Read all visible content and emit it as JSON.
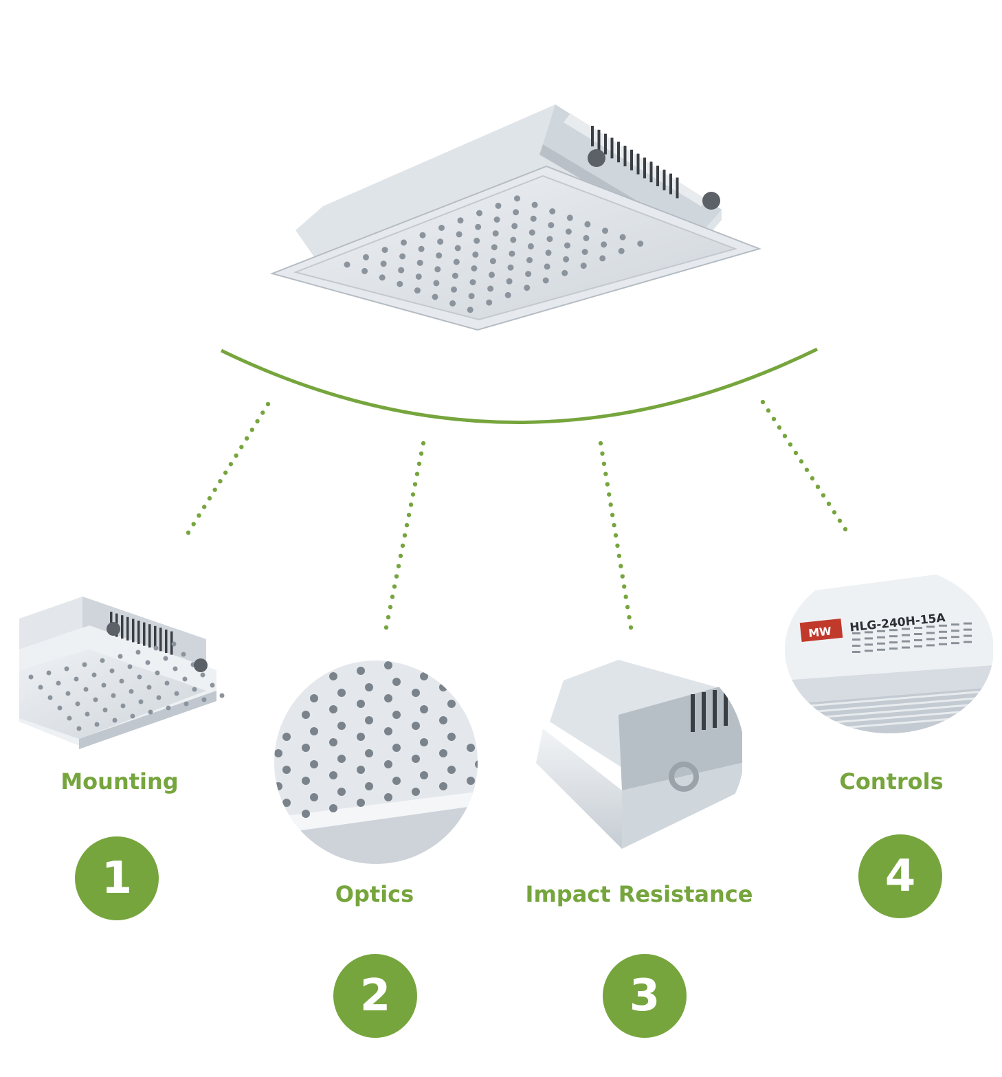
{
  "colors": {
    "accent": "#76a53d",
    "metal": "#d4dae0",
    "metal_dark": "#8c949c"
  },
  "hub": {
    "icon": "led-canopy-light-icon"
  },
  "features": [
    {
      "label": "Mounting",
      "number": "1",
      "icon": "light-fixture-corner-icon"
    },
    {
      "label": "Optics",
      "number": "2",
      "icon": "led-array-closeup-icon"
    },
    {
      "label": "Impact Resistance",
      "number": "3",
      "icon": "housing-corner-closeup-icon"
    },
    {
      "label": "Controls",
      "number": "4",
      "icon": "power-supply-driver-icon"
    }
  ],
  "driver_label": {
    "brand": "MW",
    "model": "HLG-240H-15A"
  }
}
